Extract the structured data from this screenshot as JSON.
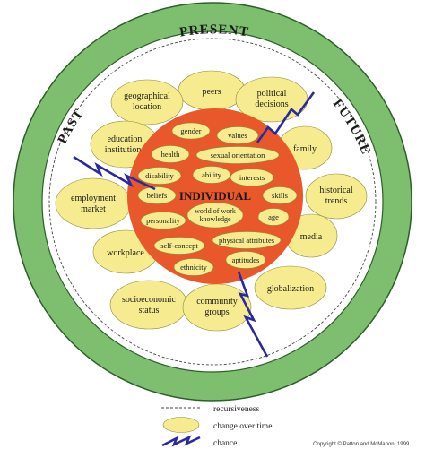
{
  "colors": {
    "outer_ring": "#7dbf6e",
    "ring_outline": "#2e5e2a",
    "white_band": "#ffffff",
    "core": "#e9582b",
    "bubble_fill": "#f6ec8f",
    "bubble_stroke": "#8a8a3a",
    "lightning": "#2a2aa0",
    "text": "#1a1a1a"
  },
  "time_labels": {
    "present": "PRESENT",
    "past": "PAST",
    "future": "FUTURE"
  },
  "core_title": "INDIVIDUAL",
  "individual_factors": [
    "gender",
    "values",
    "health",
    "sexual orientation",
    "disability",
    "ability",
    "interests",
    "beliefs",
    "skills",
    "world of work knowledge",
    "age",
    "personality",
    "self-concept",
    "physical attributes",
    "ethnicity",
    "aptitudes"
  ],
  "context_factors": [
    "peers",
    "geographical location",
    "political decisions",
    "education institutions",
    "family",
    "employment market",
    "historical trends",
    "media",
    "workplace",
    "globalization",
    "socioeconomic status",
    "community groups"
  ],
  "legend": {
    "recursiveness": "recursiveness",
    "change_over_time": "change over time",
    "chance": "chance"
  },
  "copyright": "Copyright © Patton and McMahon, 1999."
}
